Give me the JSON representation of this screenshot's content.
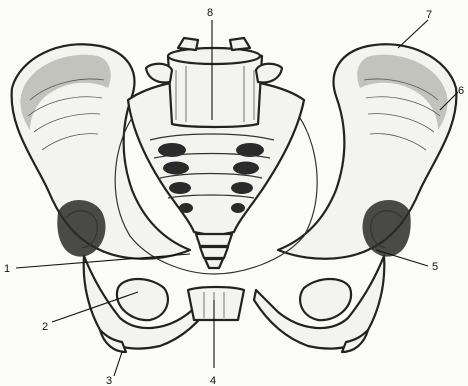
{
  "diagram": {
    "callouts": [
      {
        "id": "c1",
        "text": "1"
      },
      {
        "id": "c2",
        "text": "2"
      },
      {
        "id": "c3",
        "text": "3"
      },
      {
        "id": "c4",
        "text": "4"
      },
      {
        "id": "c5",
        "text": "5"
      },
      {
        "id": "c6",
        "text": "6"
      },
      {
        "id": "c7",
        "text": "7"
      },
      {
        "id": "c8",
        "text": "8"
      }
    ]
  }
}
